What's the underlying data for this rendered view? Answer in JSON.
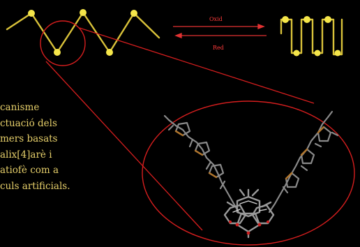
{
  "reaction": {
    "oxid_label": "Oxid",
    "red_label": "Red"
  },
  "caption": {
    "lines": [
      "canisme",
      "ctuació dels",
      "mers basats",
      "alix[4]arè i",
      "atiofè com a",
      "culs artificials."
    ]
  },
  "colors": {
    "background": "#000000",
    "chain": "#d9c23a",
    "node": "#f5e64a",
    "arrow": "#e23232",
    "callout": "#d61e1e",
    "caption_text": "#e6cf6a",
    "molecule_gray": "#8a8a8a",
    "molecule_sulfur": "#b0742a",
    "molecule_oxygen": "#d02020"
  }
}
